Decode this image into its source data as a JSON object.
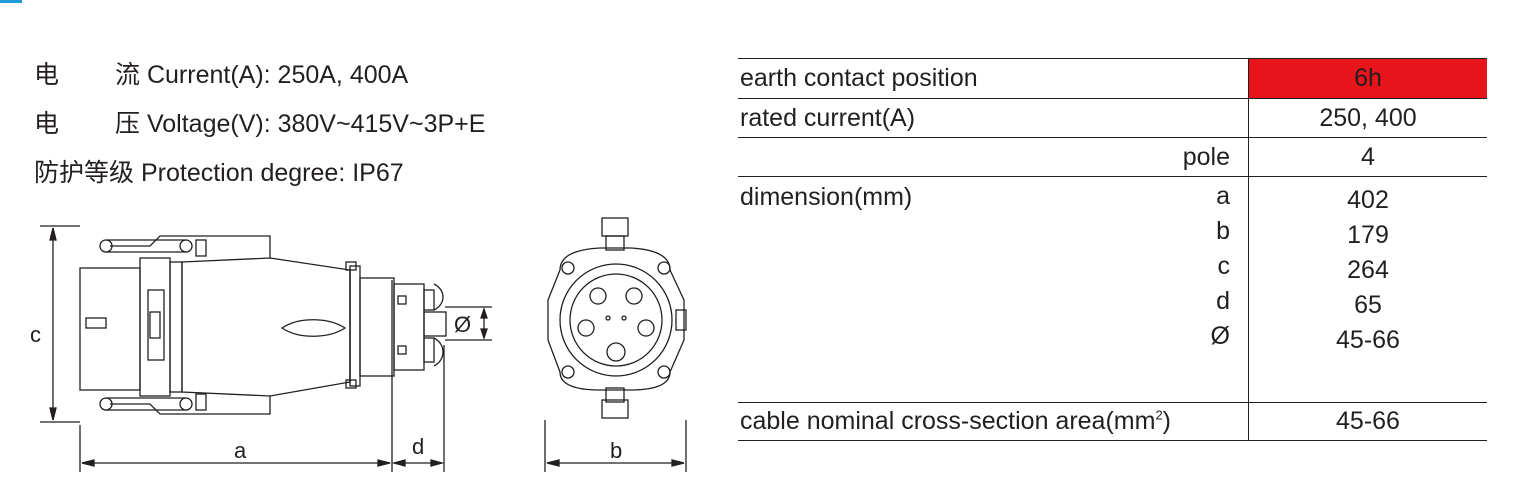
{
  "specs": {
    "current": {
      "cn_a": "电",
      "cn_b": "流",
      "en": "Current(A): 250A, 400A"
    },
    "voltage": {
      "cn_a": "电",
      "cn_b": "压",
      "en": "Voltage(V): 380V~415V~3P+E"
    },
    "protection": {
      "cn": "防护等级",
      "en": "Protection degree: IP67"
    }
  },
  "drawing": {
    "labels": {
      "a": "a",
      "b": "b",
      "c": "c",
      "d": "d",
      "dia": "Ø"
    }
  },
  "table": {
    "earth_contact_label": "earth contact position",
    "earth_contact_value": "6h",
    "rated_current_label": "rated current(A)",
    "rated_current_value": "250, 400",
    "pole_label": "pole",
    "pole_value": "4",
    "dimension_label": "dimension(mm)",
    "dim_rows": [
      {
        "key": "a",
        "value": "402"
      },
      {
        "key": "b",
        "value": "179"
      },
      {
        "key": "c",
        "value": "264"
      },
      {
        "key": "d",
        "value": "65"
      },
      {
        "key": "Ø",
        "value": "45-66"
      }
    ],
    "cable_label": "cable nominal cross-section area(mm",
    "cable_sup": "2",
    "cable_label_end": ")",
    "cable_value": "45-66"
  },
  "colors": {
    "accent": "#e8141c",
    "text": "#231f20",
    "corner": "#1e9ad6"
  }
}
